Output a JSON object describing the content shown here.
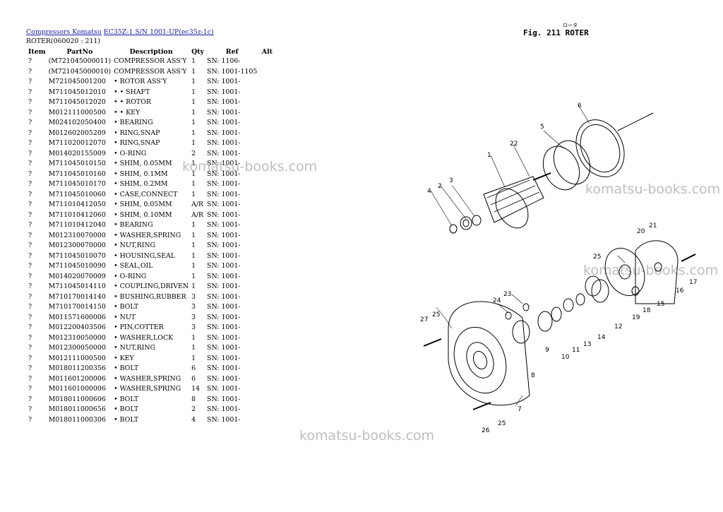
{
  "breadcrumb": {
    "link1": "Compressors Komatsu",
    "link2": "EC35Z-1 S/N 1001-UP(ec35z-1c)"
  },
  "page_title": "ROTER(060020 : 211)",
  "table": {
    "headers": [
      "Item",
      "PartNo",
      "Description",
      "Qty",
      "Ref",
      "Alt"
    ],
    "rows": [
      {
        "item": "?",
        "part": "(M721045000011)",
        "desc": "COMPRESSOR ASS'Y",
        "qty": "1",
        "ref": "SN: 1106-"
      },
      {
        "item": "?",
        "part": "(M721045000010)",
        "desc": "COMPRESSOR ASS'Y",
        "qty": "1",
        "ref": "SN: 1001-1105"
      },
      {
        "item": "?",
        "part": "M721045001200",
        "desc": "• ROTOR ASS'Y",
        "qty": "1",
        "ref": "SN: 1001-"
      },
      {
        "item": "?",
        "part": "M711045012010",
        "desc": "• • SHAFT",
        "qty": "1",
        "ref": "SN: 1001-"
      },
      {
        "item": "?",
        "part": "M711045012020",
        "desc": "• • ROTOR",
        "qty": "1",
        "ref": "SN: 1001-"
      },
      {
        "item": "?",
        "part": "M012111000500",
        "desc": "• • KEY",
        "qty": "1",
        "ref": "SN: 1001-"
      },
      {
        "item": "?",
        "part": "M024102050400",
        "desc": "• BEARING",
        "qty": "1",
        "ref": "SN: 1001-"
      },
      {
        "item": "?",
        "part": "M012602005209",
        "desc": "• RING,SNAP",
        "qty": "1",
        "ref": "SN: 1001-"
      },
      {
        "item": "?",
        "part": "M711020012070",
        "desc": "• RING,SNAP",
        "qty": "1",
        "ref": "SN: 1001-"
      },
      {
        "item": "?",
        "part": "M014020155009",
        "desc": "• O-RING",
        "qty": "2",
        "ref": "SN: 1001-"
      },
      {
        "item": "?",
        "part": "M711045010150",
        "desc": "• SHIM, 0.05MM",
        "qty": "1",
        "ref": "SN: 1001-"
      },
      {
        "item": "?",
        "part": "M711045010160",
        "desc": "• SHIM, 0.1MM",
        "qty": "1",
        "ref": "SN: 1001-"
      },
      {
        "item": "?",
        "part": "M711045010170",
        "desc": "• SHIM, 0.2MM",
        "qty": "1",
        "ref": "SN: 1001-"
      },
      {
        "item": "?",
        "part": "M711045010060",
        "desc": "• CASE,CONNECT",
        "qty": "1",
        "ref": "SN: 1001-"
      },
      {
        "item": "?",
        "part": "M711010412050",
        "desc": "• SHIM, 0.05MM",
        "qty": "A/R",
        "ref": "SN: 1001-"
      },
      {
        "item": "?",
        "part": "M711010412060",
        "desc": "• SHIM, 0.10MM",
        "qty": "A/R",
        "ref": "SN: 1001-"
      },
      {
        "item": "?",
        "part": "M711010412040",
        "desc": "• BEARING",
        "qty": "1",
        "ref": "SN: 1001-"
      },
      {
        "item": "?",
        "part": "M012310070000",
        "desc": "• WASHER,SPRING",
        "qty": "1",
        "ref": "SN: 1001-"
      },
      {
        "item": "?",
        "part": "M012300070000",
        "desc": "• NUT,RING",
        "qty": "1",
        "ref": "SN: 1001-"
      },
      {
        "item": "?",
        "part": "M711045010070",
        "desc": "• HOUSING,SEAL",
        "qty": "1",
        "ref": "SN: 1001-"
      },
      {
        "item": "?",
        "part": "M711045010090",
        "desc": "• SEAL,OIL",
        "qty": "1",
        "ref": "SN: 1001-"
      },
      {
        "item": "?",
        "part": "M014020070009",
        "desc": "• O-RING",
        "qty": "1",
        "ref": "SN: 1001-"
      },
      {
        "item": "?",
        "part": "M711045014110",
        "desc": "• COUPLING,DRIVEN",
        "qty": "1",
        "ref": "SN: 1001-"
      },
      {
        "item": "?",
        "part": "M710170014140",
        "desc": "• BUSHING,RUBBER",
        "qty": "3",
        "ref": "SN: 1001-"
      },
      {
        "item": "?",
        "part": "M710170014150",
        "desc": "• BOLT",
        "qty": "3",
        "ref": "SN: 1001-"
      },
      {
        "item": "?",
        "part": "M011571600006",
        "desc": "• NUT",
        "qty": "3",
        "ref": "SN: 1001-"
      },
      {
        "item": "?",
        "part": "M012200403506",
        "desc": "• PIN,COTTER",
        "qty": "3",
        "ref": "SN: 1001-"
      },
      {
        "item": "?",
        "part": "M012310050000",
        "desc": "• WASHER,LOCK",
        "qty": "1",
        "ref": "SN: 1001-"
      },
      {
        "item": "?",
        "part": "M012300050000",
        "desc": "• NUT,RING",
        "qty": "1",
        "ref": "SN: 1001-"
      },
      {
        "item": "?",
        "part": "M012111000500",
        "desc": "• KEY",
        "qty": "1",
        "ref": "SN: 1001-"
      },
      {
        "item": "?",
        "part": "M018011200356",
        "desc": "• BOLT",
        "qty": "6",
        "ref": "SN: 1001-"
      },
      {
        "item": "?",
        "part": "M011601200006",
        "desc": "• WASHER,SPRING",
        "qty": "6",
        "ref": "SN: 1001-"
      },
      {
        "item": "?",
        "part": "M011601000006",
        "desc": "• WASHER,SPRING",
        "qty": "14",
        "ref": "SN: 1001-"
      },
      {
        "item": "?",
        "part": "M018011000606",
        "desc": "• BOLT",
        "qty": "8",
        "ref": "SN: 1001-"
      },
      {
        "item": "?",
        "part": "M018011000656",
        "desc": "• BOLT",
        "qty": "2",
        "ref": "SN: 1001-"
      },
      {
        "item": "?",
        "part": "M018011000306",
        "desc": "• BOLT",
        "qty": "4",
        "ref": "SN: 1001-"
      }
    ]
  },
  "watermark": "komatsu-books.com",
  "figure": {
    "label": "Fig. 211  ROTER",
    "kana": "ロータ",
    "callouts": [
      "1",
      "2",
      "3",
      "4",
      "5",
      "6",
      "7",
      "8",
      "9",
      "10",
      "11",
      "12",
      "13",
      "14",
      "15",
      "16",
      "17",
      "18",
      "19",
      "20",
      "21",
      "22",
      "23",
      "24",
      "25",
      "25",
      "25",
      "26",
      "27"
    ]
  }
}
